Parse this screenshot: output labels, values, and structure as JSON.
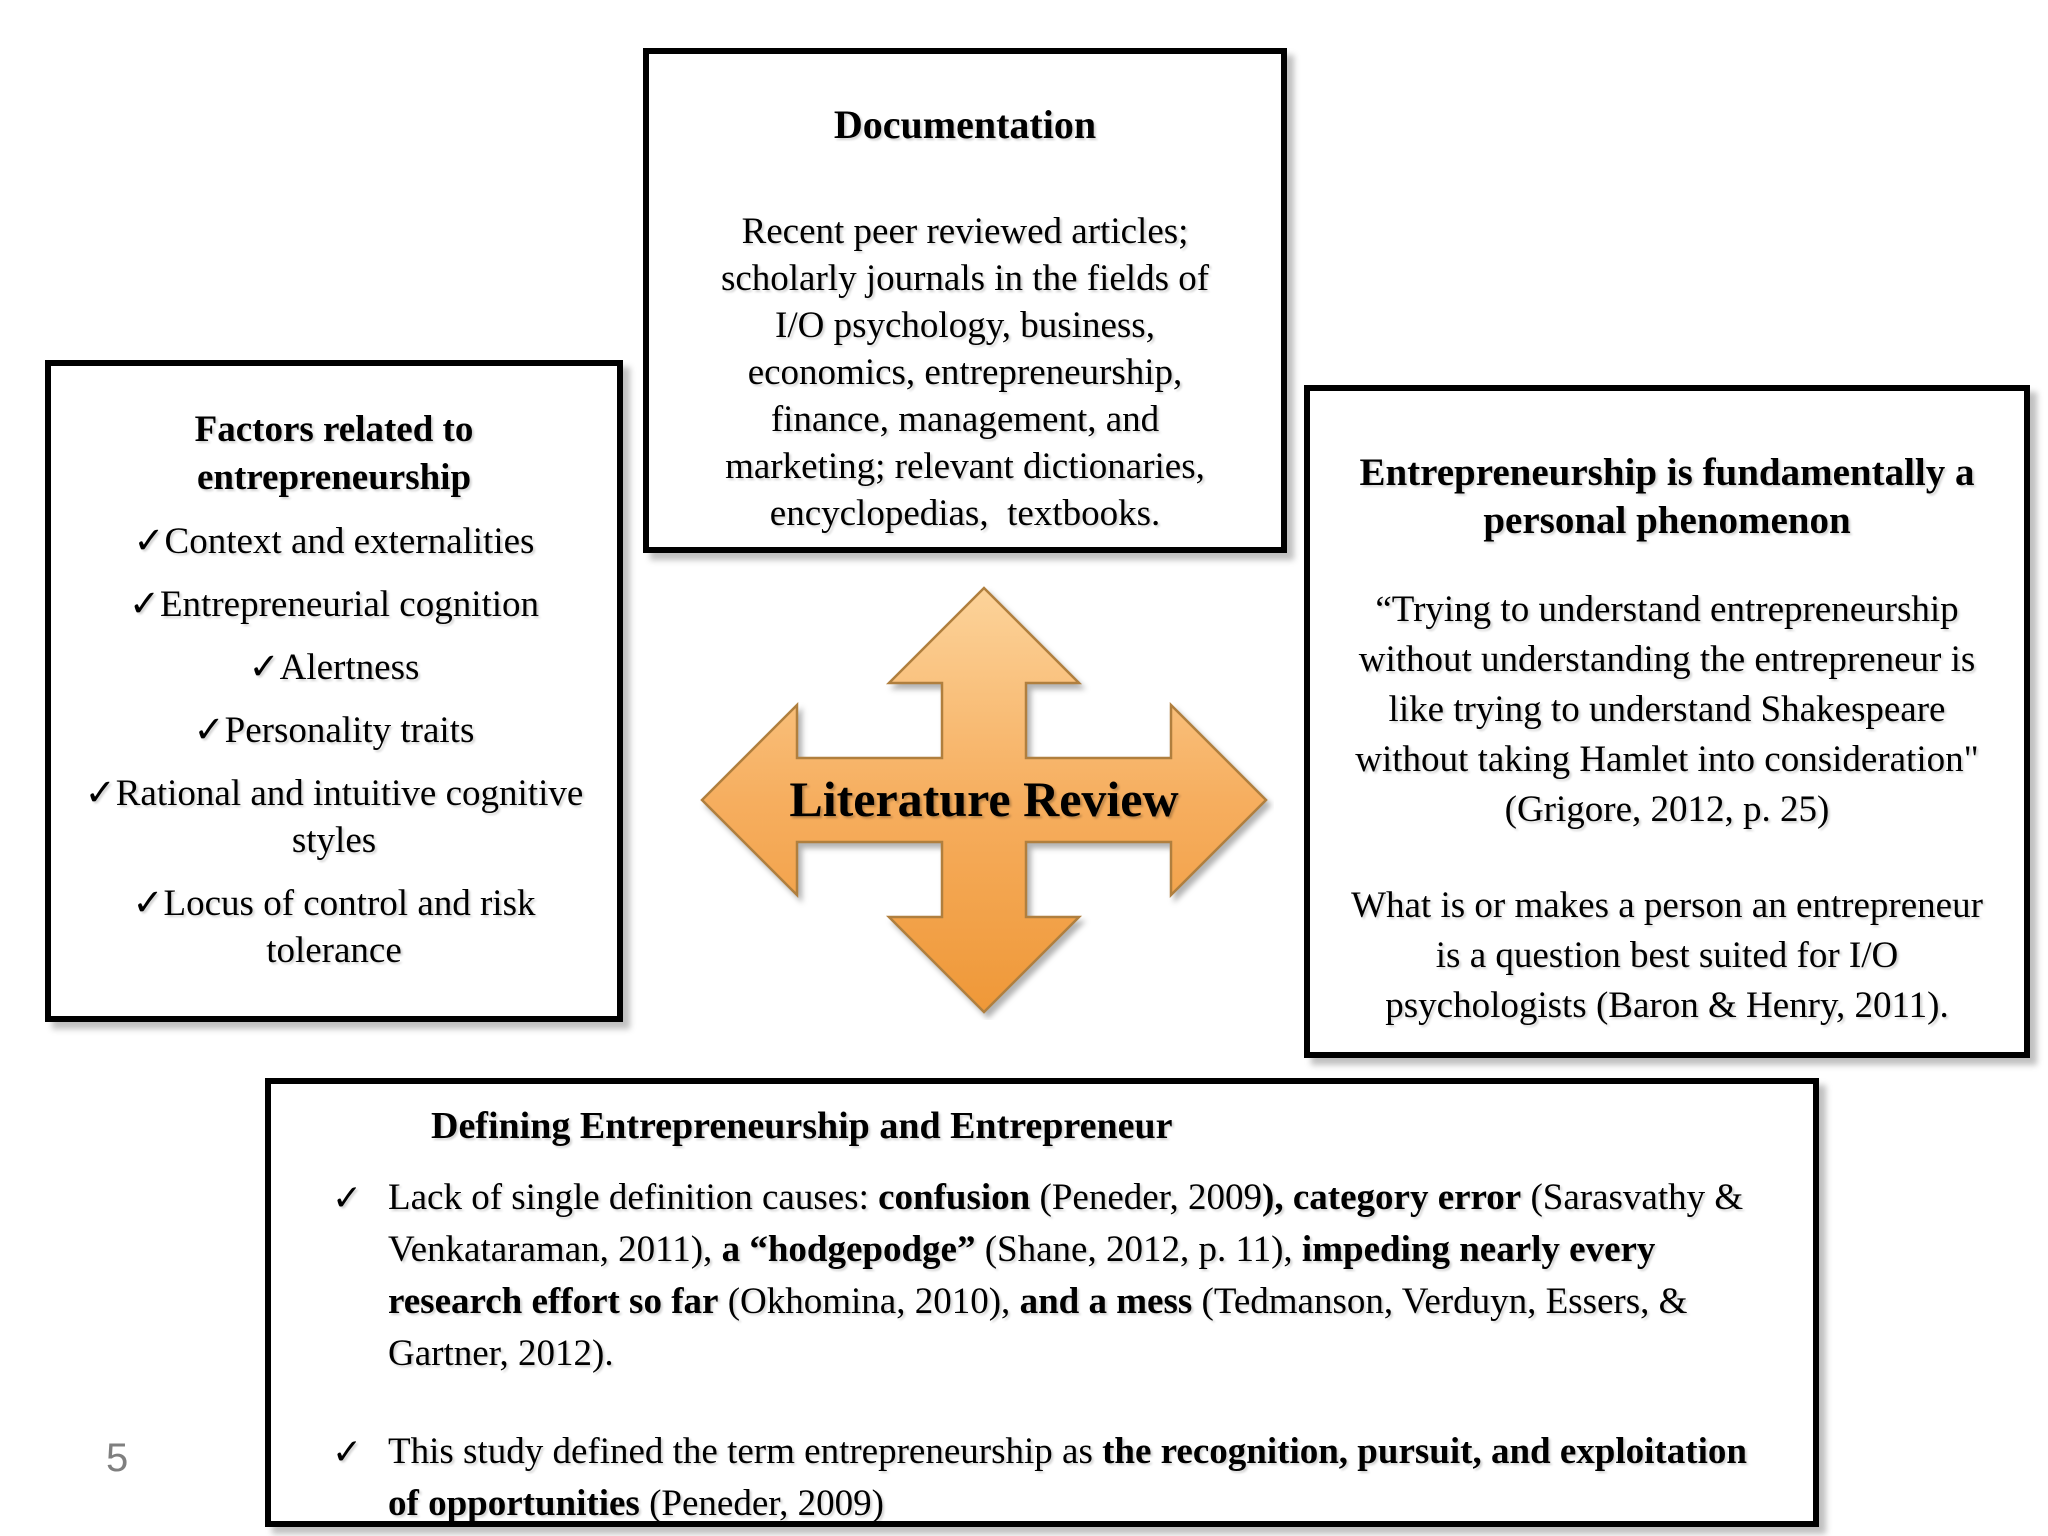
{
  "page": {
    "number": "5"
  },
  "doc_box": {
    "title_segments": [
      {
        "text": "Documentatio",
        "bold": true
      },
      {
        "text": "n",
        "bold": false
      }
    ],
    "body": "Recent peer reviewed articles;\nscholarly journals in the fields of\nI/O psychology, business,\neconomics, entrepreneurship,\nfinance, management, and\nmarketing; relevant dictionaries,\nencyclopedias,  textbooks."
  },
  "left_box": {
    "title": "Factors related to\nentrepreneurship",
    "check_glyph": "✓",
    "items": [
      "Context and externalities",
      "Entrepreneurial cognition",
      "Alertness",
      "Personality traits",
      "Rational and intuitive cognitive\nstyles",
      "Locus of control and risk\ntolerance"
    ]
  },
  "arrow": {
    "label": "Literature Review",
    "fill_top": "#FCD39A",
    "fill_mid": "#F6AE5F",
    "fill_bottom": "#EF9838",
    "stroke": "#B07F3E"
  },
  "right_box": {
    "title": "Entrepreneurship is fundamentally a\npersonal phenomenon",
    "quote": "“Trying to understand entrepreneurship\nwithout understanding the entrepreneur is\nlike trying to understand Shakespeare\nwithout taking Hamlet into consideration\"\n(Grigore, 2012, p. 25)",
    "body": "What is or makes a person an entrepreneur\nis a question best suited for I/O\npsychologists (Baron & Henry, 2011)."
  },
  "bottom_box": {
    "title": "Defining Entrepreneurship and Entrepreneur",
    "check_glyph": "✓",
    "bullets": [
      {
        "segments": [
          {
            "text": "Lack of single definition causes: ",
            "bold": false
          },
          {
            "text": "confusion",
            "bold": true
          },
          {
            "text": " (Peneder, 2009",
            "bold": false
          },
          {
            "text": "), category error",
            "bold": true
          },
          {
            "text": " (Sarasvathy & Venkataraman, 2011), ",
            "bold": false
          },
          {
            "text": "a “hodgepodge”",
            "bold": true
          },
          {
            "text": " (Shane, 2012, p. 11), ",
            "bold": false
          },
          {
            "text": "impeding nearly every research effort so far",
            "bold": true
          },
          {
            "text": " (Okhomina, 2010), ",
            "bold": false
          },
          {
            "text": "and a mess",
            "bold": true
          },
          {
            "text": " (Tedmanson, Verduyn, Essers, & Gartner, 2012).",
            "bold": false
          }
        ]
      },
      {
        "segments": [
          {
            "text": "This study defined the term entrepreneurship as ",
            "bold": false
          },
          {
            "text": "the recognition, pursuit, and exploitation of opportunities",
            "bold": true
          },
          {
            "text": " (Peneder, 2009)",
            "bold": false
          }
        ]
      }
    ]
  }
}
